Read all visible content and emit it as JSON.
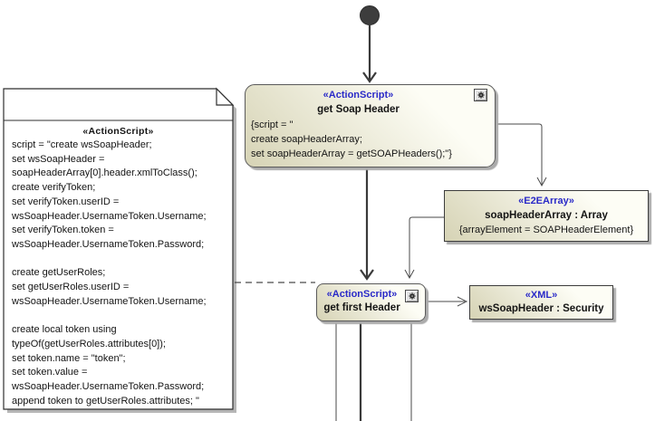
{
  "colors": {
    "stereotype_color": "#2a2ac8",
    "node_fill_light": "#fdfdf5",
    "node_fill_dark": "#d6d3b5",
    "node_border": "#5a5a5a",
    "connector_color": "#4a4a4a",
    "note_background": "#ffffff"
  },
  "nodes": {
    "get_soap_header": {
      "stereotype": "«ActionScript»",
      "name": "get Soap Header",
      "body": [
        "{script = \"",
        "create soapHeaderArray;",
        "set soapHeaderArray = getSOAPHeaders();\"}"
      ],
      "icon": "gear-icon"
    },
    "soap_header_array": {
      "stereotype": "«E2EArray»",
      "name": "soapHeaderArray : Array",
      "constraint": "{arrayElement = SOAPHeaderElement}"
    },
    "get_first_header": {
      "stereotype": "«ActionScript»",
      "name": "get first Header",
      "icon": "gear-icon"
    },
    "ws_soap_header": {
      "stereotype": "«XML»",
      "name": "wsSoapHeader : Security"
    }
  },
  "note": {
    "stereotype": "«ActionScript»",
    "lines": [
      "script = \"create wsSoapHeader;",
      "set wsSoapHeader =",
      "soapHeaderArray[0].header.xmlToClass();",
      "create verifyToken;",
      "set verifyToken.userID =",
      "wsSoapHeader.UsernameToken.Username;",
      "set verifyToken.token =",
      "wsSoapHeader.UsernameToken.Password;",
      "",
      "create getUserRoles;",
      "set getUserRoles.userID =",
      "wsSoapHeader.UsernameToken.Username;",
      "",
      "create local token using",
      "typeOf(getUserRoles.attributes[0]);",
      "set token.name = \"token\";",
      "set token.value =",
      "wsSoapHeader.UsernameToken.Password;",
      "append token to getUserRoles.attributes; \""
    ]
  }
}
